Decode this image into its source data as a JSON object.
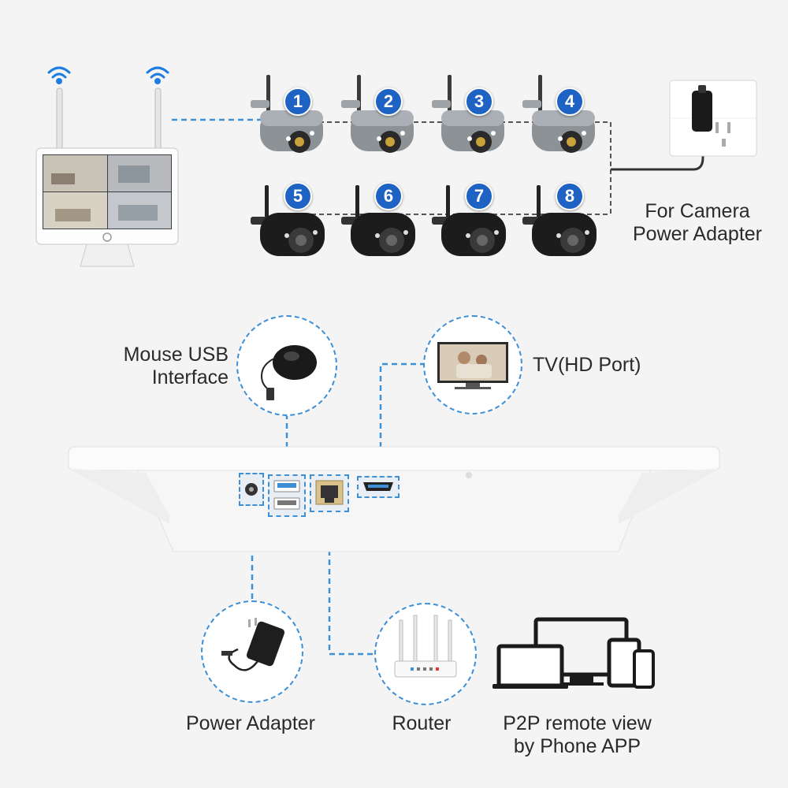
{
  "cameras": {
    "top_row": [
      "1",
      "2",
      "3",
      "4"
    ],
    "bottom_row": [
      "5",
      "6",
      "7",
      "8"
    ]
  },
  "labels": {
    "camera_power_line1": "For Camera",
    "camera_power_line2": "Power Adapter",
    "mouse_usb_line1": "Mouse USB",
    "mouse_usb_line2": "Interface",
    "tv_hd": "TV(HD Port)",
    "power_adapter": "Power Adapter",
    "router": "Router",
    "p2p_line1": "P2P remote view",
    "p2p_line2": "by Phone APP"
  },
  "colors": {
    "accent_blue": "#1e63c4",
    "dashed_blue": "#3d8fd6",
    "dashed_gray": "#555555"
  },
  "icons": [
    "wifi-icon",
    "monitor-icon",
    "camera-icon",
    "wall-outlet-icon",
    "mouse-icon",
    "tv-icon",
    "power-adapter-icon",
    "router-icon",
    "devices-icon"
  ]
}
